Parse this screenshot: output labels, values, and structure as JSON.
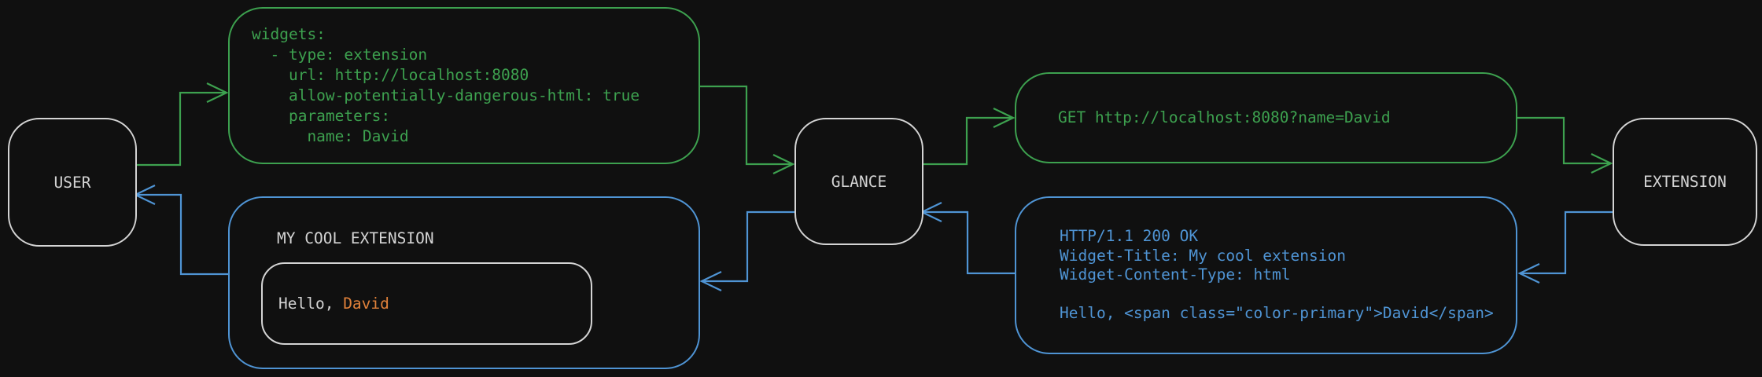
{
  "colors": {
    "background": "#101010",
    "green": "#3da14f",
    "blue": "#4f94d4",
    "gray": "#d4d4d4",
    "orange": "#e0813a"
  },
  "nodes": {
    "user": "USER",
    "glance": "GLANCE",
    "extension": "EXTENSION"
  },
  "config_box": {
    "lines": [
      "widgets:",
      "  - type: extension",
      "    url: http://localhost:8080",
      "    allow-potentially-dangerous-html: true",
      "    parameters:",
      "      name: David"
    ]
  },
  "request_box": {
    "text": "GET http://localhost:8080?name=David"
  },
  "response_box": {
    "lines": [
      "HTTP/1.1 200 OK",
      "Widget-Title: My cool extension",
      "Widget-Content-Type: html",
      "",
      "Hello, <span class=\"color-primary\">David</span>"
    ]
  },
  "widget_box": {
    "title": "MY COOL EXTENSION",
    "greeting_prefix": "Hello, ",
    "greeting_name": "David"
  }
}
